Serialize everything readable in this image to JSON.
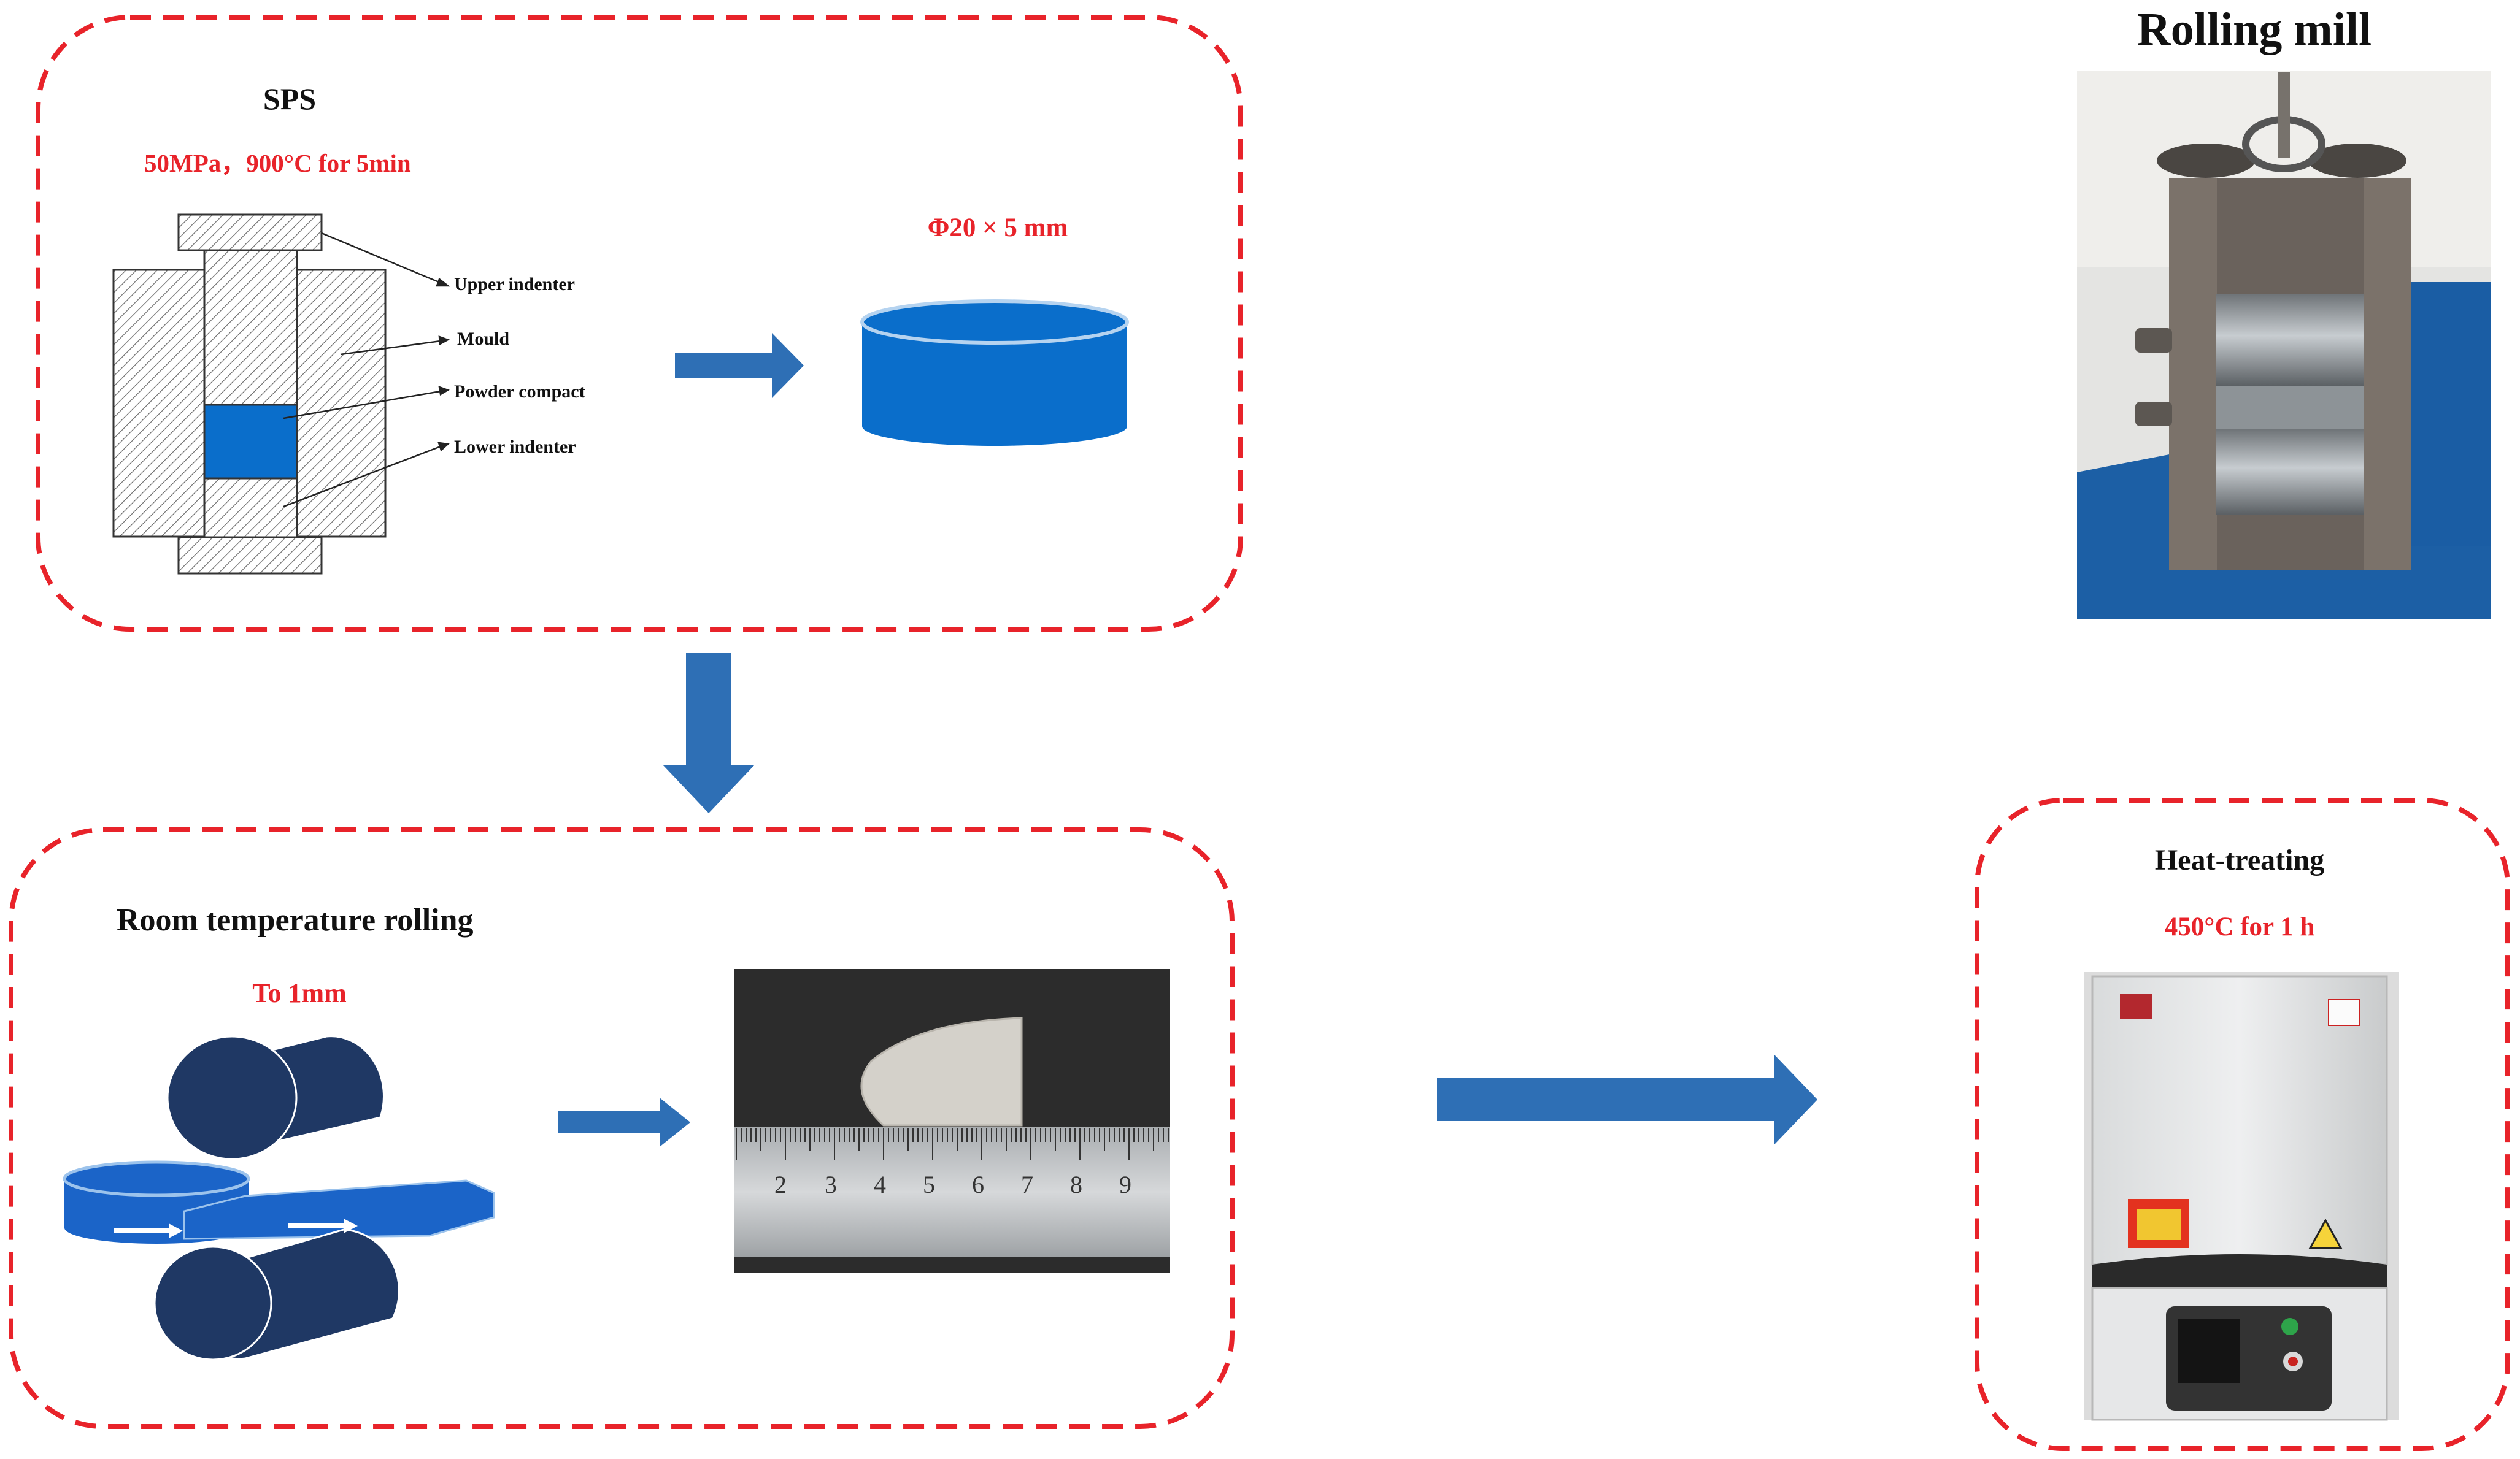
{
  "colors": {
    "dash_border": "#e8232a",
    "label_red": "#e8232a",
    "arrow_blue": "#2e6fb5",
    "compact_blue": "#0a6ecb",
    "roller_navy": "#1f3864",
    "strip_blue": "#1b64c8",
    "hatch_stroke": "#555555"
  },
  "sps": {
    "title": "SPS",
    "conditions": "50MPa，900°C for 5min",
    "labels": {
      "upper_indenter": "Upper indenter",
      "mould": "Mould",
      "powder_compact": "Powder compact",
      "lower_indenter": "Lower indenter"
    },
    "sample_size": "Φ20 × 5 mm"
  },
  "rolling": {
    "title": "Room temperature rolling",
    "target": "To 1mm",
    "ruler_numbers": [
      "2",
      "3",
      "4",
      "5",
      "6",
      "7",
      "8",
      "9"
    ]
  },
  "rolling_mill": {
    "title": "Rolling mill"
  },
  "heat": {
    "title": "Heat-treating",
    "conditions": "450°C for 1 h"
  }
}
